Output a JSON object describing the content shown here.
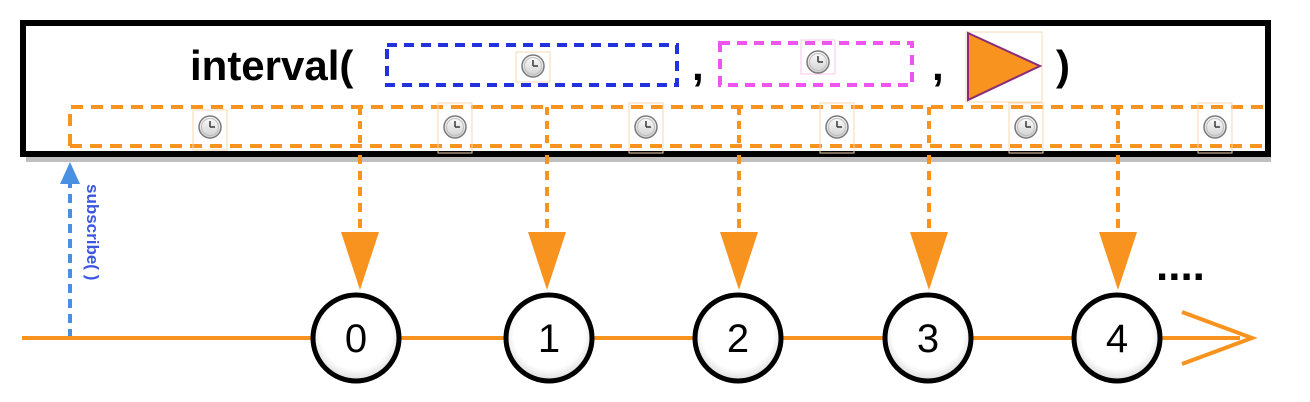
{
  "operator": {
    "name": "interval(",
    "separator_1": ",",
    "separator_2": ",",
    "close_paren": ")"
  },
  "parameters": [
    {
      "kind": "initial-delay",
      "icon": "clock-icon",
      "border_color": "#2233dd"
    },
    {
      "kind": "period",
      "icon": "clock-icon",
      "border_color": "#ee55ee"
    },
    {
      "kind": "scheduler",
      "icon": "triangle-icon",
      "fill_color": "#f7931e",
      "border_color": "#8a2b7a"
    }
  ],
  "subscribe": {
    "label": "subscribe( )",
    "color": "#4a90e2"
  },
  "timeline": {
    "color": "#f7931e",
    "items": [
      "0",
      "1",
      "2",
      "3",
      "4"
    ],
    "continuation": "...."
  },
  "colors": {
    "operator_border": "#000000",
    "interval_segments": "#f7931e",
    "emission_arrow": "#f7931e",
    "marble_fill": "#ffffff",
    "marble_border": "#000000"
  }
}
